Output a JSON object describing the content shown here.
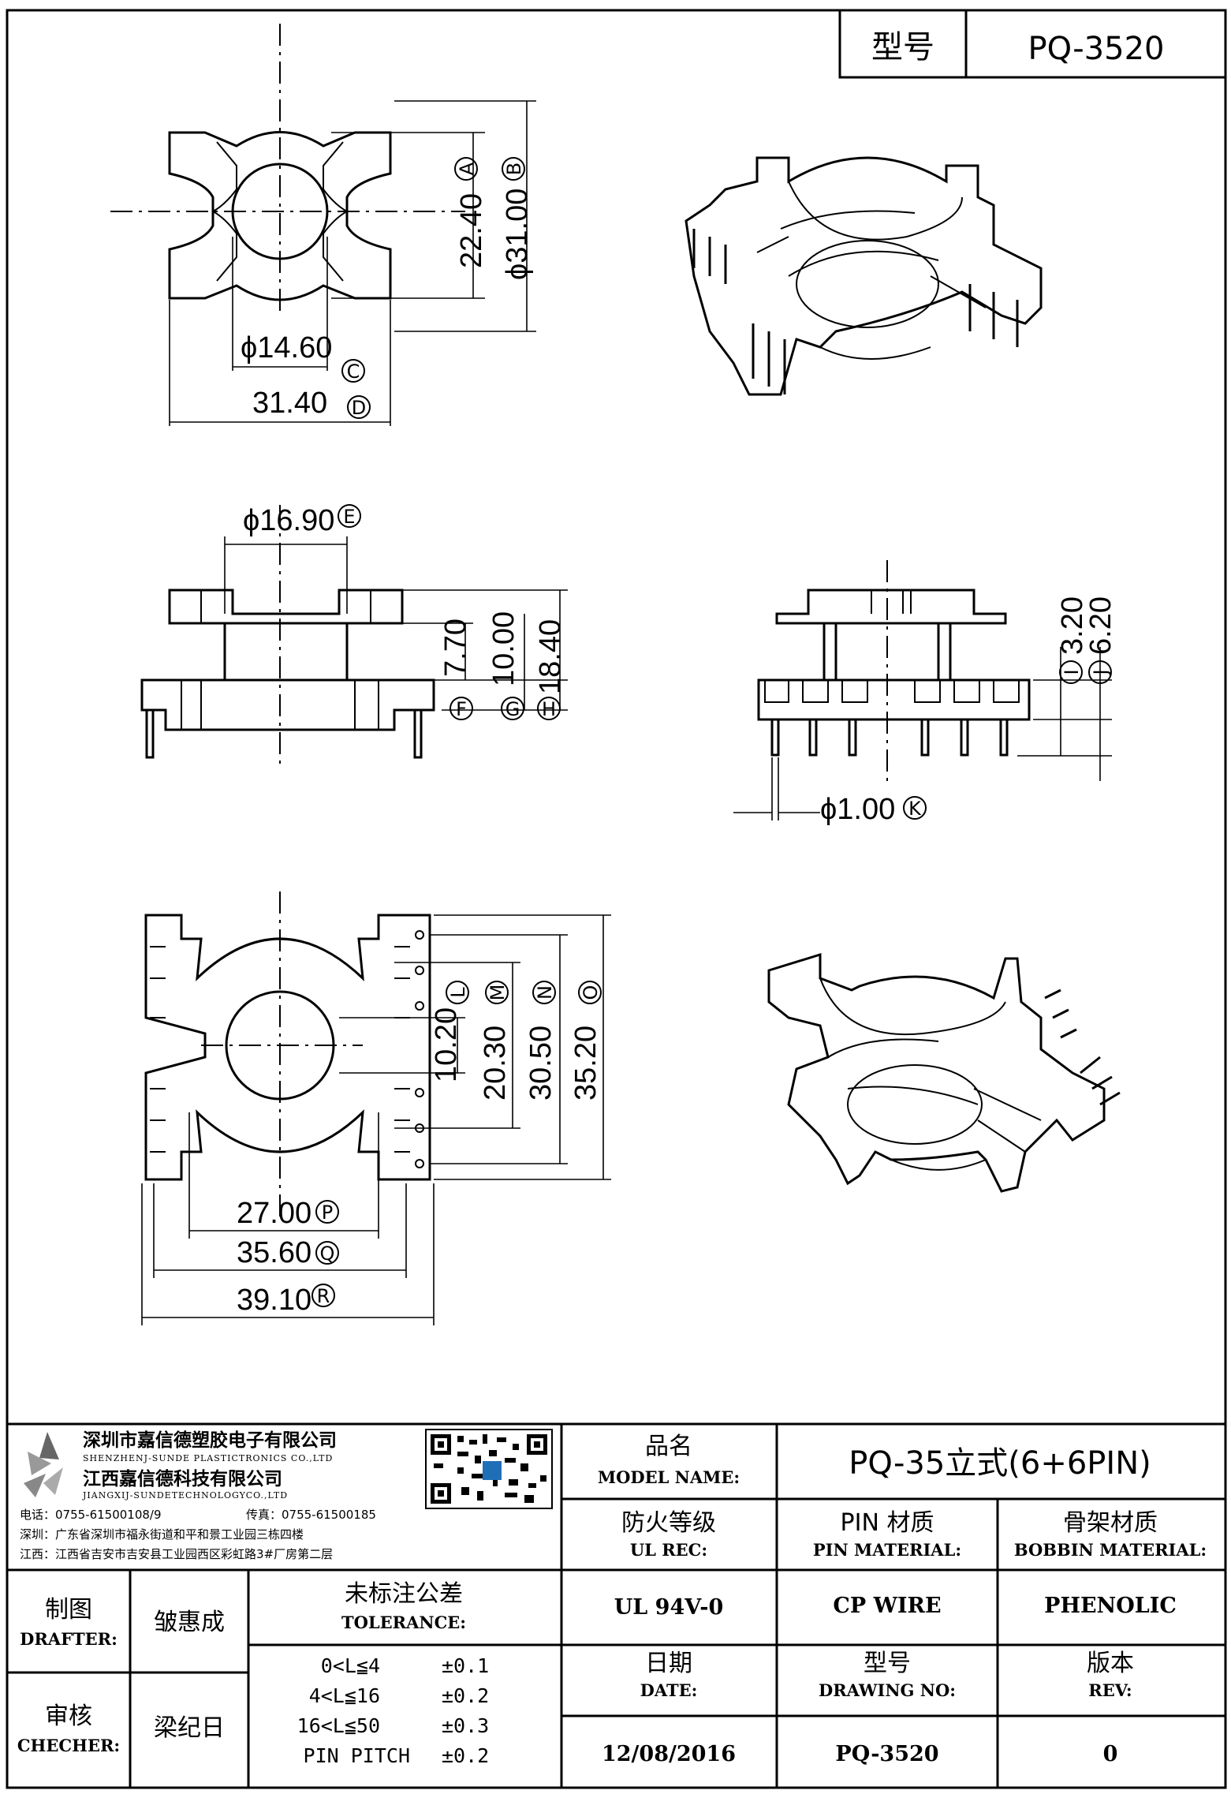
{
  "header": {
    "model_label": "型号",
    "model_value": "PQ-3520"
  },
  "dimensions": {
    "A": {
      "value": "22.40",
      "letter": "A"
    },
    "B": {
      "value": "ϕ31.00",
      "letter": "B"
    },
    "C": {
      "value": "ϕ14.60",
      "letter": "C"
    },
    "D": {
      "value": "31.40",
      "letter": "D"
    },
    "E": {
      "value": "ϕ16.90",
      "letter": "E"
    },
    "F": {
      "value": "7.70",
      "letter": "F"
    },
    "G": {
      "value": "10.00",
      "letter": "G"
    },
    "H": {
      "value": "18.40",
      "letter": "H"
    },
    "I": {
      "value": "3.20",
      "letter": "I"
    },
    "J": {
      "value": "6.20",
      "letter": "J"
    },
    "K": {
      "value": "ϕ1.00",
      "letter": "K"
    },
    "L": {
      "value": "10.20",
      "letter": "L"
    },
    "M": {
      "value": "20.30",
      "letter": "M"
    },
    "N": {
      "value": "30.50",
      "letter": "N"
    },
    "O": {
      "value": "35.20",
      "letter": "O"
    },
    "P": {
      "value": "27.00",
      "letter": "P"
    },
    "Q": {
      "value": "35.60",
      "letter": "Q"
    },
    "R": {
      "value": "39.10",
      "letter": "R"
    }
  },
  "company": {
    "name_cn_1": "深圳市嘉信德塑胶电子有限公司",
    "name_en_1": "SHENZHENJ-SUNDE PLASTICTRONICS CO.,LTD",
    "name_cn_2": "江西嘉信德科技有限公司",
    "name_en_2": "JIANGXIJ-SUNDETECHNOLOGYCO.,LTD",
    "phone": "电话：0755-61500108/9",
    "fax": "传真：0755-61500185",
    "addr_sz": "深圳：广东省深圳市福永街道和平和景工业园三栋四楼",
    "addr_jx": "江西：江西省吉安市吉安县工业园西区彩虹路3#厂房第二层"
  },
  "title_block": {
    "product_name_cn": "品名",
    "product_name_en": "MODEL NAME:",
    "product_name_value": "PQ-35立式(6+6PIN)",
    "ul_cn": "防火等级",
    "ul_en": "UL REC:",
    "ul_value": "UL 94V-0",
    "pin_cn": "PIN 材质",
    "pin_en": "PIN MATERIAL:",
    "pin_value": "CP WIRE",
    "bobbin_cn": "骨架材质",
    "bobbin_en": "BOBBIN MATERIAL:",
    "bobbin_value": "PHENOLIC",
    "drafter_cn": "制图",
    "drafter_en": "DRAFTER:",
    "drafter_value": "皱惠成",
    "checker_cn": "审核",
    "checker_en": "CHECHER:",
    "checker_value": "梁纪日",
    "tolerance_cn": "未标注公差",
    "tolerance_en": "TOLERANCE:",
    "tolerance_rows": [
      {
        "range": "0<L≦4",
        "tol": "±0.1"
      },
      {
        "range": "4<L≦16",
        "tol": "±0.2"
      },
      {
        "range": "16<L≦50",
        "tol": "±0.3"
      },
      {
        "range": "PIN PITCH",
        "tol": "±0.2"
      }
    ],
    "date_cn": "日期",
    "date_en": "DATE:",
    "date_value": "12/08/2016",
    "drawing_cn": "型号",
    "drawing_en": "DRAWING NO:",
    "drawing_value": "PQ-3520",
    "rev_cn": "版本",
    "rev_en": "REV:",
    "rev_value": "0"
  }
}
